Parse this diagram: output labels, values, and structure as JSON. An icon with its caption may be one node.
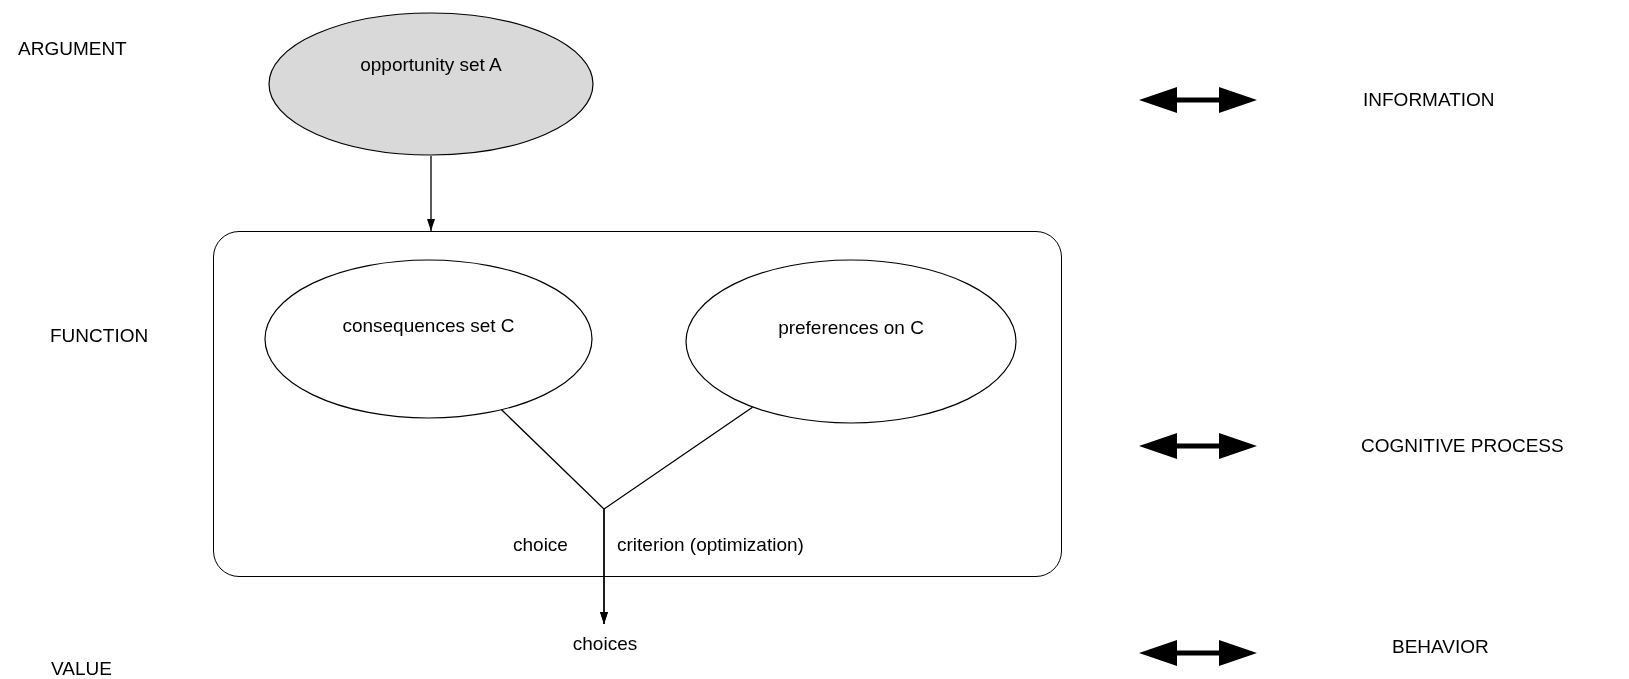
{
  "diagram": {
    "nodes": [
      {
        "text": [
          "opportunity set A"
        ]
      },
      {
        "text": [],
        "shape": "box"
      },
      {
        "text": [
          "consequences set C"
        ],
        "in": 1
      },
      {
        "text": [
          "preferences on C"
        ],
        "in": 1
      },
      {
        "text": [
          "choices"
        ]
      }
    ],
    "edges": [
      {
        "from": 0,
        "to": 1,
        "arrow": "to"
      },
      {
        "from": 2,
        "to": 4,
        "arrow": "to"
      },
      {
        "from": 3,
        "to": 4,
        "arrow": "to"
      }
    ],
    "labels": [
      "ARGUMENT",
      "INFORMATION",
      "FUNCTION",
      "COGNITIVE PROCESS",
      "choice",
      "criterion (optimization)",
      "BEHAVIOR",
      "VALUE"
    ]
  }
}
